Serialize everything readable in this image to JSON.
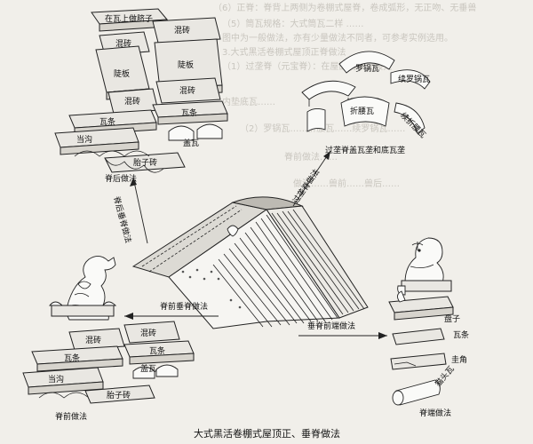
{
  "background_text": [
    "（6）正脊：脊背上两侧为卷棚式屋脊，卷成弧形，无正吻、无垂兽",
    "（5）筒瓦规格：大式筒瓦二样 ……",
    "图中为一般做法，亦有少量做法不同者，可参考实例选用。",
    "3.大式黑活卷棚式屋顶正脊做法",
    "（1）过垄脊（元宝脊）：在屋面两坡交接处",
    "内垫底瓦……",
    "（2）罗锅瓦……折腰瓦……续罗锅瓦……",
    "脊前做法……",
    "做法……兽前……兽后……"
  ],
  "labels": {
    "top_left": {
      "cap_tile": "在瓦上做脐子",
      "hunzhuan_1": "混砖",
      "hunzhuan_2": "混砖",
      "doudou": "陡板",
      "doudou_2": "陡板",
      "hunzhuan_3": "混砖",
      "hunzhuan_4": "混砖",
      "watiao_1": "瓦条",
      "watiao_2": "瓦条",
      "dangou": "当沟",
      "gaiwa": "盖瓦",
      "taizizhuan": "胎子砖",
      "caption": "脊后做法"
    },
    "top_right": {
      "luoguo": "罗锅瓦",
      "xu_luoguo": "续罗锅瓦",
      "zheyao": "折腰瓦",
      "xu_zheyao": "续折腰瓦",
      "caption": "过垄脊盖瓦垄和底瓦垄"
    },
    "bottom_left": {
      "hunzhuan_1": "混砖",
      "hunzhuan_2": "混砖",
      "watiao_1": "瓦条",
      "watiao_2": "瓦条",
      "dangou": "当沟",
      "gaiwa": "盖瓦",
      "taizizhuan": "胎子砖",
      "caption": "脊前做法"
    },
    "bottom_right": {
      "panzi": "盘子",
      "watiao": "瓦条",
      "guijiao": "圭角",
      "maotouwa": "猫头瓦",
      "caption": "脊端做法"
    },
    "arrows": {
      "back": "脊后垂脊做法",
      "front": "脊前垂脊做法",
      "guolong": "过垄脊做法",
      "end": "垂脊前端做法"
    },
    "title": "大式黑活卷棚式屋顶正、垂脊做法"
  }
}
